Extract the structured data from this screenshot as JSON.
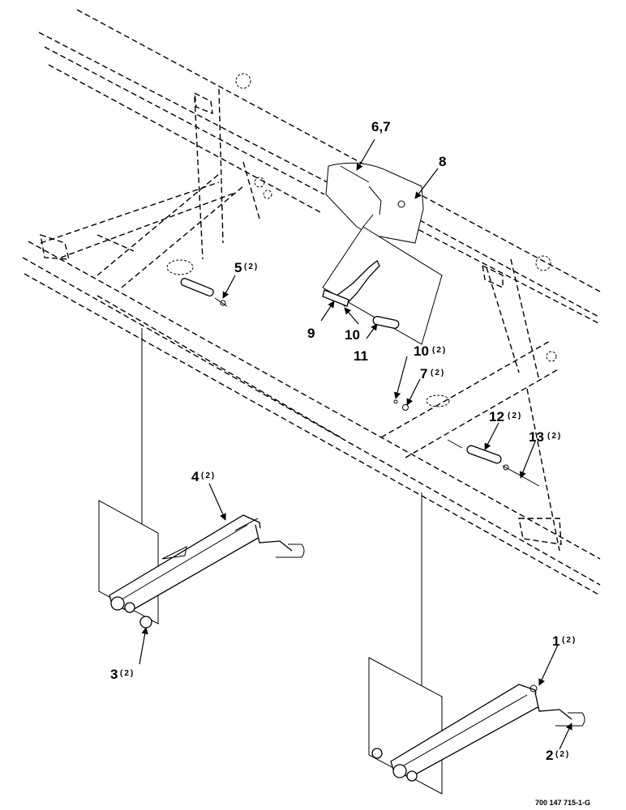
{
  "callouts": {
    "c67": "6,7",
    "c8": "8",
    "c5": "5",
    "c5q": "(2)",
    "c9": "9",
    "c10": "10",
    "c11": "11",
    "c10b": "10",
    "c10bq": "(2)",
    "c7b": "7",
    "c7bq": "(2)",
    "c12": "12",
    "c12q": "(2)",
    "c13": "13",
    "c13q": "(2)",
    "c4": "4",
    "c4q": "(2)",
    "c3": "3",
    "c3q": "(2)",
    "c1": "1",
    "c1q": "(2)",
    "c2": "2",
    "c2q": "(2)"
  },
  "figure_code": "700 147 715-1-G"
}
